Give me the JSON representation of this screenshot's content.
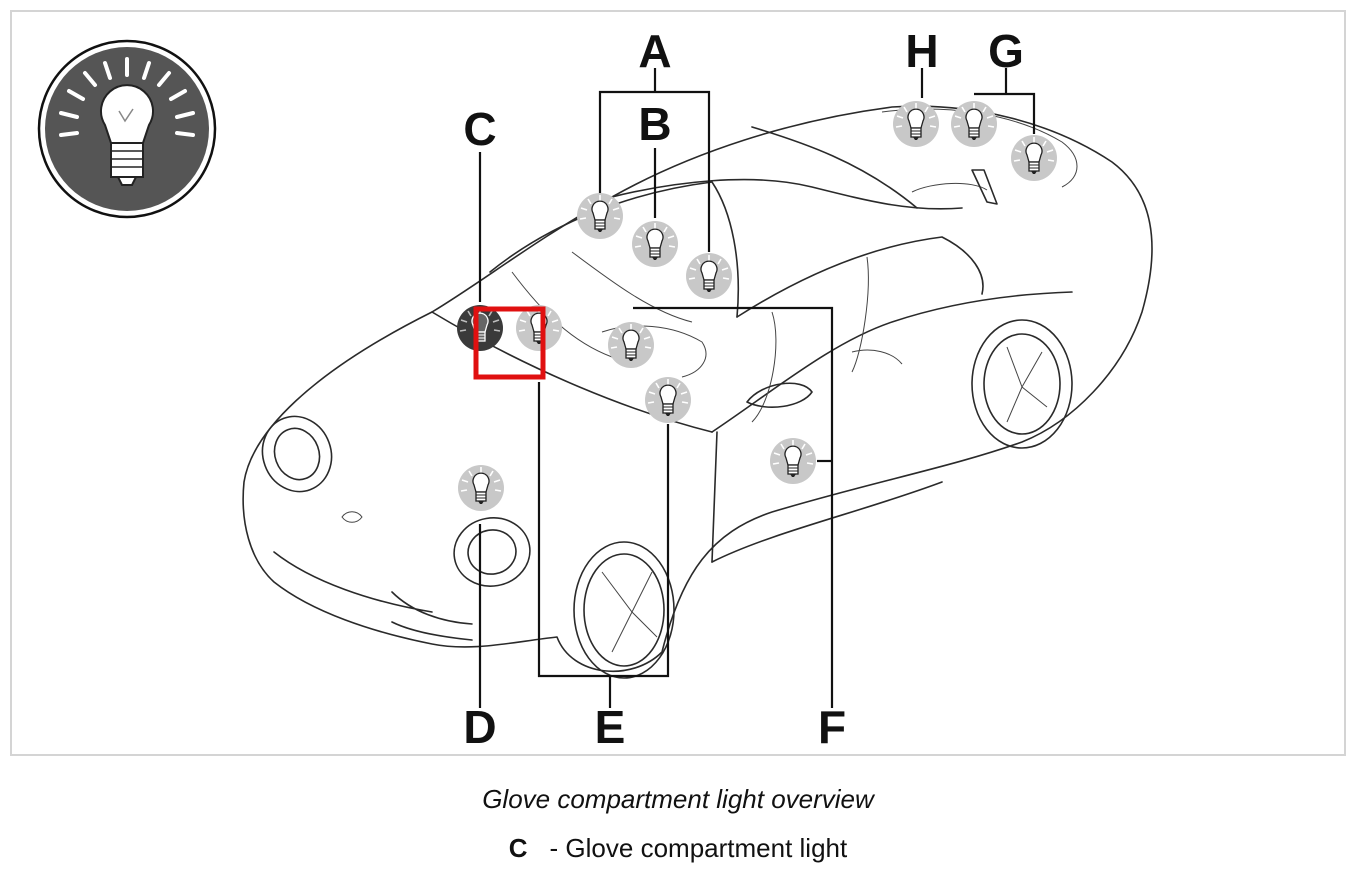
{
  "figure": {
    "callouts": [
      "A",
      "B",
      "C",
      "D",
      "E",
      "F",
      "G",
      "H"
    ],
    "colors": {
      "icon_bg": "#555555",
      "bulb_halo": "#c8c8c8",
      "bulb_highlight": "#3a3a3a",
      "highlight_box": "#e01010",
      "frame_border": "#d4d4d4"
    },
    "icons": {
      "badge": "light-bulb-badge-icon",
      "bulb": "light-bulb-icon"
    }
  },
  "caption": {
    "title": "Glove compartment light overview",
    "legend_key": "C",
    "legend_text": "- Glove compartment light"
  }
}
